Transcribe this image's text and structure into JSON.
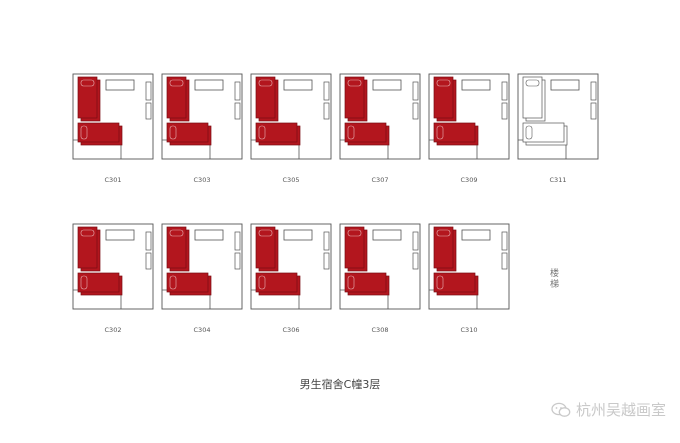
{
  "rooms_row1": [
    {
      "label": "C301",
      "beds": "occupied"
    },
    {
      "label": "C303",
      "beds": "occupied"
    },
    {
      "label": "C305",
      "beds": "occupied"
    },
    {
      "label": "C307",
      "beds": "occupied"
    },
    {
      "label": "C309",
      "beds": "occupied"
    },
    {
      "label": "C311",
      "beds": "vacant"
    }
  ],
  "rooms_row2": [
    {
      "label": "C302",
      "beds": "occupied"
    },
    {
      "label": "C304",
      "beds": "occupied"
    },
    {
      "label": "C306",
      "beds": "occupied"
    },
    {
      "label": "C308",
      "beds": "occupied"
    },
    {
      "label": "C310",
      "beds": "occupied"
    }
  ],
  "stairs_label": "楼梯",
  "floor_title": "男生宿舍C幢3层",
  "watermark": {
    "text": "杭州吴越画室",
    "icon": "wechat-icon"
  },
  "colors": {
    "bed_red": "#b3161e",
    "wall": "#555555",
    "vacant_bed": "#ffffff"
  }
}
